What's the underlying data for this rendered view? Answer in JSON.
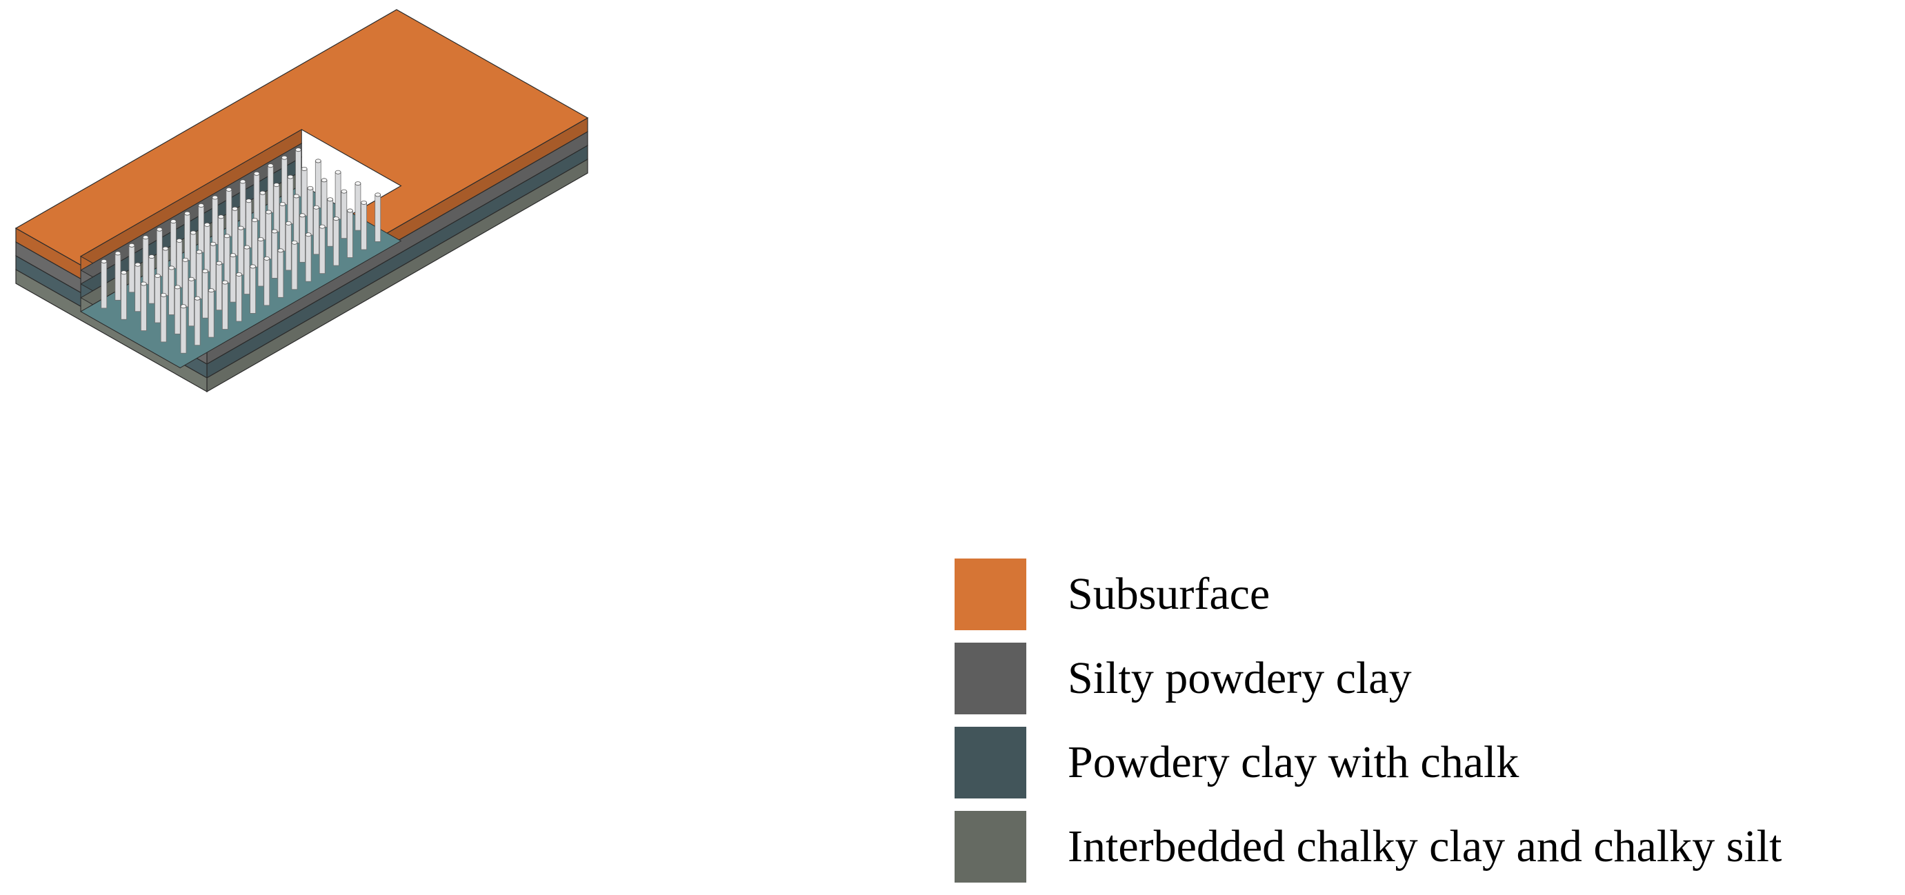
{
  "legend": {
    "items": [
      {
        "label": "Subsurface",
        "color": "#D67535"
      },
      {
        "label": "Silty powdery clay",
        "color": "#5E5E5E"
      },
      {
        "label": "Powdery clay with chalk",
        "color": "#42555A"
      },
      {
        "label": "Interbedded chalky clay and chalky silt",
        "color": "#656A62"
      }
    ]
  },
  "pit": {
    "column_rows": 5,
    "column_cols": 15,
    "pile_color": "#D9DADC",
    "floor_color": "#5C8589"
  }
}
